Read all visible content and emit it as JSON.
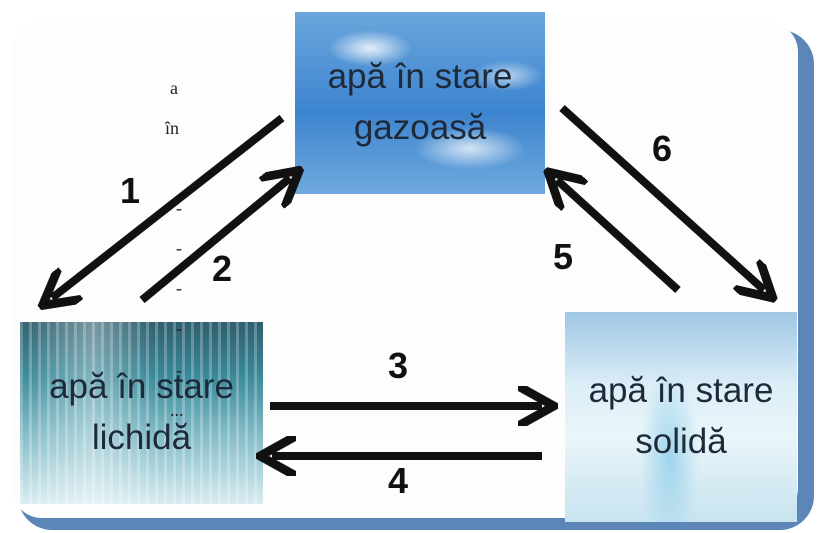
{
  "side_text": [
    "a",
    "în",
    "-",
    "-",
    "-",
    "-",
    "-",
    "..."
  ],
  "states": {
    "gas": "apă în stare\ngazoasă",
    "liquid": "apă în stare\nlichidă",
    "solid": "apă în stare\nsolidă"
  },
  "arrows": {
    "a1": "1",
    "a2": "2",
    "a3": "3",
    "a4": "4",
    "a5": "5",
    "a6": "6"
  },
  "colors": {
    "frame_accent": "#5d86b8",
    "arrow": "#111111"
  }
}
